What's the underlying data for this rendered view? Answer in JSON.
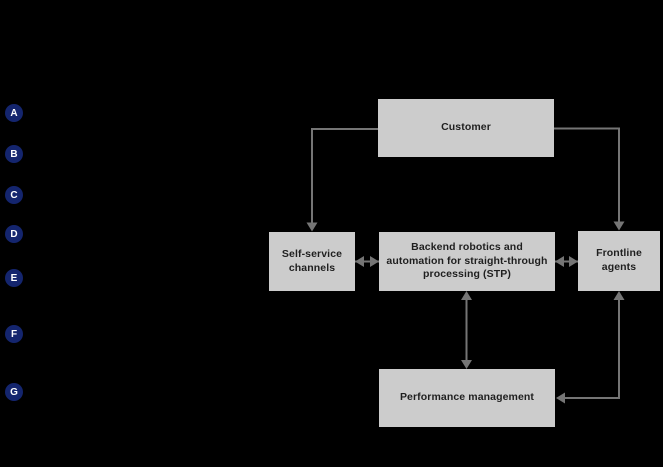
{
  "colors": {
    "background": "#000000",
    "box_fill": "#cccccc",
    "box_text": "#1f1f1f",
    "connector": "#757575",
    "badge_fill": "#14256e",
    "badge_text": "#ffffff"
  },
  "badges": [
    {
      "label": "A"
    },
    {
      "label": "B"
    },
    {
      "label": "C"
    },
    {
      "label": "D"
    },
    {
      "label": "E"
    },
    {
      "label": "F"
    },
    {
      "label": "G"
    }
  ],
  "nodes": {
    "customer": {
      "label": "Customer"
    },
    "self_service": {
      "label": "Self-service channels"
    },
    "backend": {
      "label": "Backend robotics and automation for straight-through processing (STP)"
    },
    "frontline": {
      "label": "Frontline agents"
    },
    "performance": {
      "label": "Performance management"
    }
  },
  "edges": [
    {
      "from": "customer",
      "to": "self_service",
      "direction": "one-way"
    },
    {
      "from": "customer",
      "to": "frontline",
      "direction": "one-way"
    },
    {
      "from": "self_service",
      "to": "backend",
      "direction": "two-way"
    },
    {
      "from": "backend",
      "to": "frontline",
      "direction": "two-way"
    },
    {
      "from": "backend",
      "to": "performance",
      "direction": "two-way"
    },
    {
      "from": "frontline",
      "to": "performance",
      "direction": "two-way"
    }
  ]
}
